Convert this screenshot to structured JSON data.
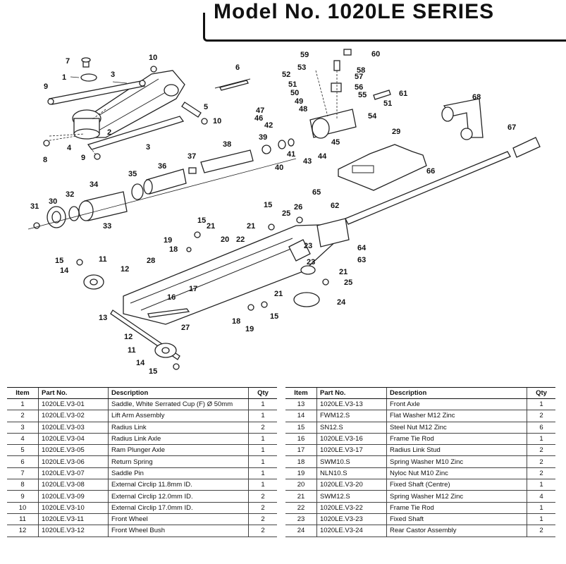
{
  "title": "Model No. 1020LE SERIES",
  "callouts": [
    "1",
    "2",
    "3",
    "3",
    "4",
    "5",
    "6",
    "7",
    "8",
    "9",
    "9",
    "10",
    "10",
    "11",
    "11",
    "12",
    "12",
    "13",
    "14",
    "14",
    "15",
    "15",
    "15",
    "15",
    "15",
    "16",
    "17",
    "18",
    "18",
    "19",
    "19",
    "20",
    "21",
    "21",
    "21",
    "21",
    "22",
    "23",
    "23",
    "24",
    "25",
    "25",
    "26",
    "27",
    "28",
    "29",
    "30",
    "31",
    "32",
    "33",
    "34",
    "35",
    "36",
    "37",
    "38",
    "39",
    "40",
    "41",
    "42",
    "43",
    "44",
    "45",
    "46",
    "47",
    "48",
    "49",
    "50",
    "51",
    "51",
    "52",
    "53",
    "54",
    "55",
    "56",
    "57",
    "58",
    "59",
    "60",
    "61",
    "62",
    "63",
    "64",
    "65",
    "66",
    "67",
    "68"
  ],
  "table_headers": {
    "item": "Item",
    "part_no": "Part No.",
    "description": "Description",
    "qty": "Qty"
  },
  "parts_left": [
    {
      "item": "1",
      "part_no": "1020LE.V3-01",
      "description": "Saddle, White Serrated Cup (F) Ø 50mm",
      "qty": "1"
    },
    {
      "item": "2",
      "part_no": "1020LE.V3-02",
      "description": "Lift Arm Assembly",
      "qty": "1"
    },
    {
      "item": "3",
      "part_no": "1020LE.V3-03",
      "description": "Radius Link",
      "qty": "2"
    },
    {
      "item": "4",
      "part_no": "1020LE.V3-04",
      "description": "Radius Link Axle",
      "qty": "1"
    },
    {
      "item": "5",
      "part_no": "1020LE.V3-05",
      "description": "Ram Plunger Axle",
      "qty": "1"
    },
    {
      "item": "6",
      "part_no": "1020LE.V3-06",
      "description": "Return Spring",
      "qty": "1"
    },
    {
      "item": "7",
      "part_no": "1020LE.V3-07",
      "description": "Saddle Pin",
      "qty": "1"
    },
    {
      "item": "8",
      "part_no": "1020LE.V3-08",
      "description": "External Circlip 11.8mm ID.",
      "qty": "1"
    },
    {
      "item": "9",
      "part_no": "1020LE.V3-09",
      "description": "External Circlip 12.0mm ID.",
      "qty": "2"
    },
    {
      "item": "10",
      "part_no": "1020LE.V3-10",
      "description": "External Circlip 17.0mm ID.",
      "qty": "2"
    },
    {
      "item": "11",
      "part_no": "1020LE.V3-11",
      "description": "Front Wheel",
      "qty": "2"
    },
    {
      "item": "12",
      "part_no": "1020LE.V3-12",
      "description": "Front Wheel Bush",
      "qty": "2"
    }
  ],
  "parts_right": [
    {
      "item": "13",
      "part_no": "1020LE.V3-13",
      "description": "Front Axle",
      "qty": "1"
    },
    {
      "item": "14",
      "part_no": "FWM12.S",
      "description": "Flat Washer M12 Zinc",
      "qty": "2"
    },
    {
      "item": "15",
      "part_no": "SN12.S",
      "description": "Steel Nut M12 Zinc",
      "qty": "6"
    },
    {
      "item": "16",
      "part_no": "1020LE.V3-16",
      "description": "Frame Tie Rod",
      "qty": "1"
    },
    {
      "item": "17",
      "part_no": "1020LE.V3-17",
      "description": "Radius Link Stud",
      "qty": "2"
    },
    {
      "item": "18",
      "part_no": "SWM10.S",
      "description": "Spring Washer M10 Zinc",
      "qty": "2"
    },
    {
      "item": "19",
      "part_no": "NLN10.S",
      "description": "Nyloc Nut M10 Zinc",
      "qty": "2"
    },
    {
      "item": "20",
      "part_no": "1020LE.V3-20",
      "description": "Fixed Shaft (Centre)",
      "qty": "1"
    },
    {
      "item": "21",
      "part_no": "SWM12.S",
      "description": "Spring Washer M12 Zinc",
      "qty": "4"
    },
    {
      "item": "22",
      "part_no": "1020LE.V3-22",
      "description": "Frame Tie Rod",
      "qty": "1"
    },
    {
      "item": "23",
      "part_no": "1020LE.V3-23",
      "description": "Fixed Shaft",
      "qty": "1"
    },
    {
      "item": "24",
      "part_no": "1020LE.V3-24",
      "description": "Rear Castor Assembly",
      "qty": "2"
    }
  ]
}
